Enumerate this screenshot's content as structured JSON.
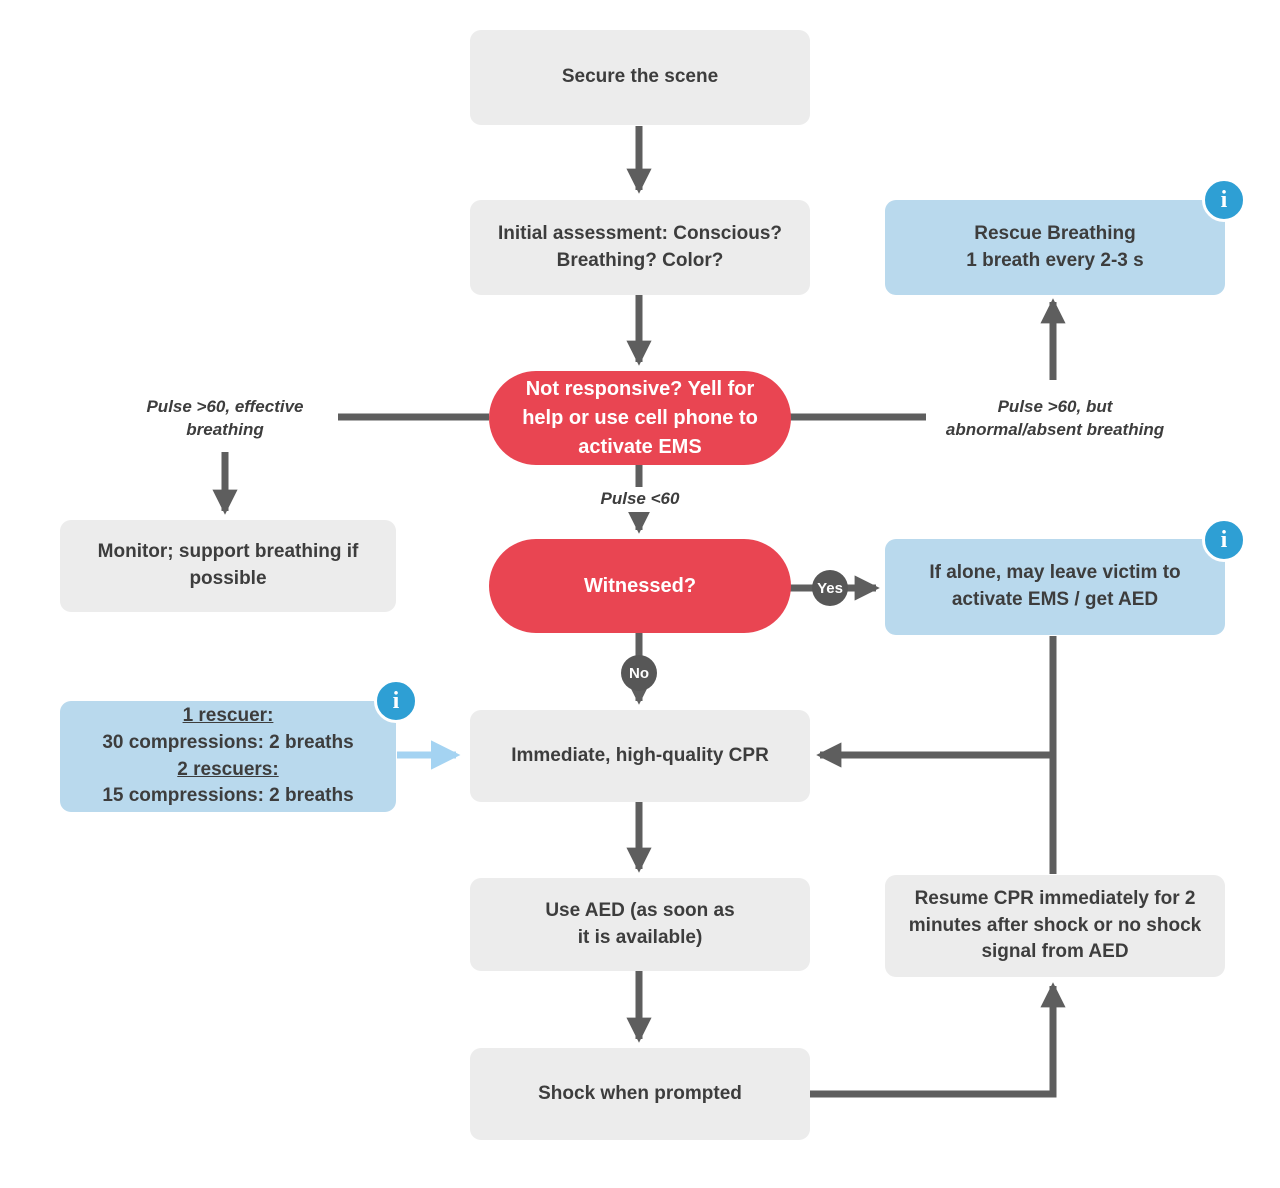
{
  "colors": {
    "node_gray": "#ececec",
    "node_red": "#e94552",
    "node_blue": "#b9d9ed",
    "info_icon": "#2e9fd4",
    "arrow": "#5e5e5e",
    "light_blue_arrow": "#a4d3f2",
    "text_dark": "#3d3d3d",
    "badge": "#575757"
  },
  "nodes": {
    "secure_scene": {
      "text": "Secure the scene"
    },
    "initial_assessment": {
      "text": "Initial assessment: Conscious?\nBreathing? Color?"
    },
    "rescue_breathing": {
      "text": "Rescue Breathing\n1 breath every 2-3 s"
    },
    "not_responsive": {
      "text": "Not responsive? Yell for\nhelp or use cell phone to\nactivate EMS"
    },
    "monitor": {
      "text": "Monitor; support breathing if\npossible"
    },
    "witnessed": {
      "text": "Witnessed?"
    },
    "if_alone": {
      "text": "If alone, may leave victim to\nactivate EMS / get AED"
    },
    "rescuer_ratios": {
      "line1": "1 rescuer:",
      "line2": "30 compressions: 2 breaths",
      "line3": "2 rescuers:",
      "line4": "15 compressions: 2 breaths"
    },
    "immediate_cpr": {
      "text": "Immediate, high-quality CPR"
    },
    "use_aed": {
      "text": "Use AED (as soon as\nit is available)"
    },
    "resume_cpr": {
      "text": "Resume CPR immediately for 2\nminutes after shock or no shock\nsignal from AED"
    },
    "shock": {
      "text": "Shock when prompted"
    }
  },
  "labels": {
    "pulse_effective": "Pulse >60, effective\nbreathing",
    "pulse_abnormal": "Pulse >60, but\nabnormal/absent breathing",
    "pulse_low": "Pulse <60",
    "yes": "Yes",
    "no": "No",
    "info_glyph": "i"
  }
}
